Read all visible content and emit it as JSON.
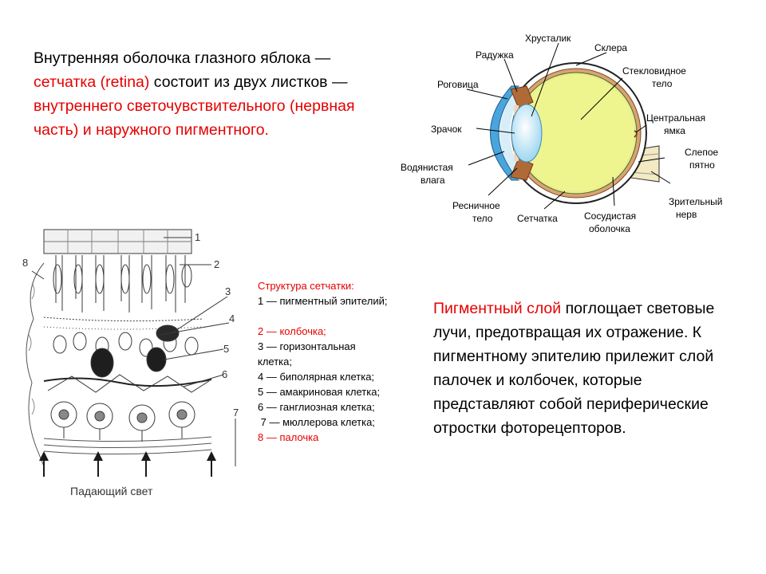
{
  "intro": {
    "p1": "Внутренняя оболочка глазного яблока — ",
    "p2": "сетчатка (retina)",
    "p3": " состоит из двух листков — ",
    "p4": "внутреннего светочувствительного (нервная часть) и наружного пигментного."
  },
  "eye_labels": {
    "lens": "Хрусталик",
    "iris": "Радужка",
    "sclera": "Склера",
    "vitreous_1": "Стекловидное",
    "vitreous_2": "тело",
    "cornea": "Роговица",
    "fovea_1": "Центральная",
    "fovea_2": "ямка",
    "pupil": "Зрачок",
    "blind_1": "Слепое",
    "blind_2": "пятно",
    "aqueous_1": "Водянистая",
    "aqueous_2": "влага",
    "optic_1": "Зрительный",
    "optic_2": "нерв",
    "ciliary_1": "Ресничное",
    "ciliary_2": "тело",
    "retina": "Сетчатка",
    "choroid_1": "Сосудистая",
    "choroid_2": "оболочка"
  },
  "retina_figure": {
    "numbers": [
      "1",
      "2",
      "3",
      "4",
      "5",
      "6",
      "7",
      "8"
    ],
    "caption": "Падающий свет"
  },
  "structure": {
    "title": "Структура сетчатки:",
    "items": [
      "1 — пигментный эпителий;",
      "2 — колбочка;",
      "3 — горизонтальная",
      "клетка;",
      "4 — биполярная клетка;",
      "5 — амакриновая клетка;",
      "6 — ганглиозная клетка;",
      " 7 — мюллерова клетка;",
      "8 — палочка"
    ]
  },
  "pigment": {
    "p1": "Пигментный слой",
    "p2": " поглощает световые лучи, предотвращая их отражение. К пигментному эпителию прилежит слой палочек и колбочек, которые представляют собой периферические отростки фоторецепторов."
  },
  "colors": {
    "accent_red": "#e60000",
    "vitreous": "#eef58e",
    "cornea_blue": "#4aa5dc",
    "lens_blue": "#aee0f3"
  }
}
